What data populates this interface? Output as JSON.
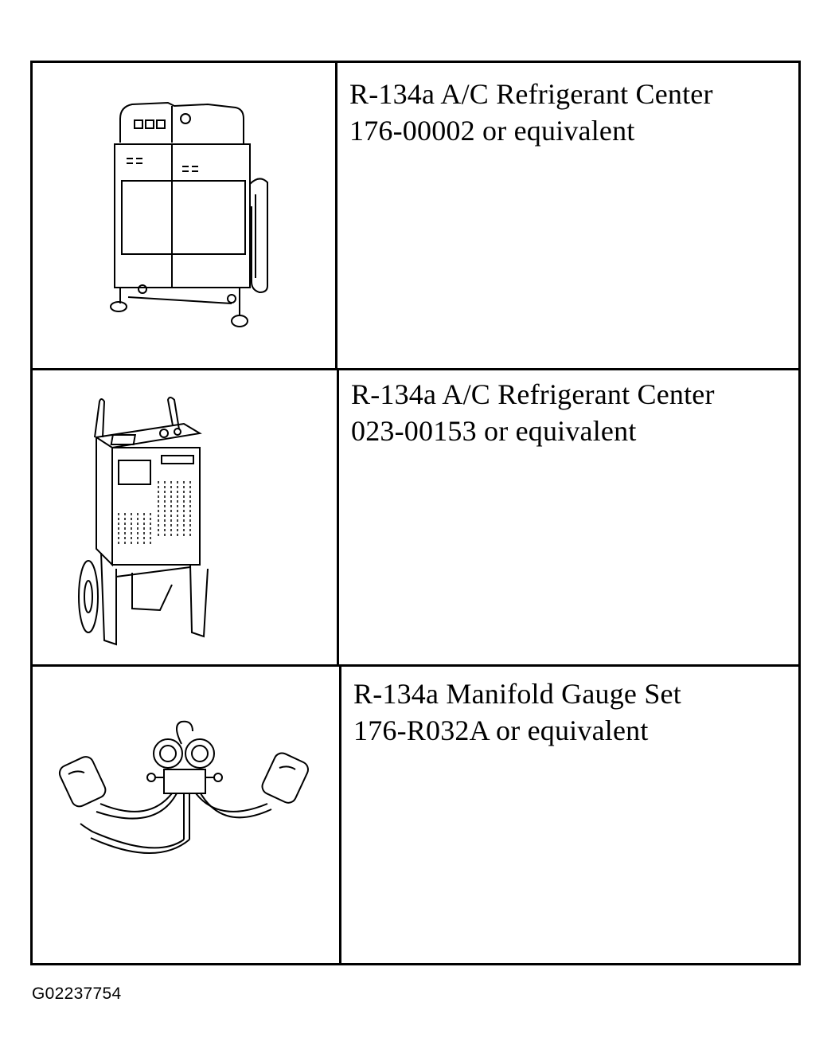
{
  "rows": [
    {
      "name": "R-134a A/C Refrigerant Center",
      "part": "176-00002 or equivalent",
      "illustration_icon": "refrigerant-center-cabinet-icon"
    },
    {
      "name": "R-134a A/C Refrigerant Center",
      "part": "023-00153 or equivalent",
      "illustration_icon": "refrigerant-center-cart-icon"
    },
    {
      "name": "R-134a Manifold Gauge Set",
      "part": "176-R032A or equivalent",
      "illustration_icon": "manifold-gauge-set-icon"
    }
  ],
  "figure_id": "G02237754"
}
